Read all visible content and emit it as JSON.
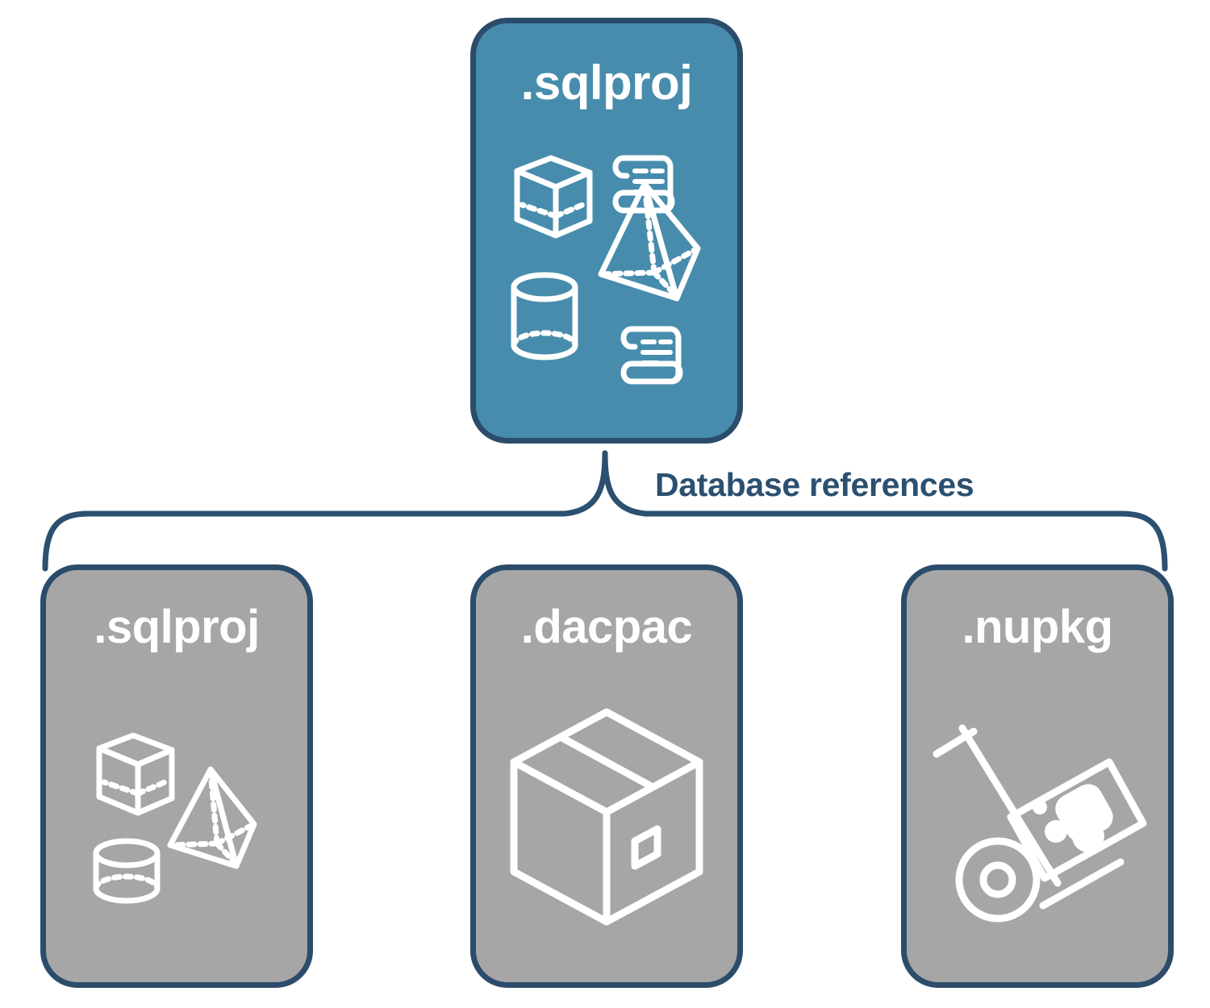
{
  "diagram": {
    "title": "Database references",
    "colors": {
      "root_card_fill": "#478cac",
      "reference_card_fill": "#a6a6a6",
      "border": "#2b4c6b",
      "label_text": "#2b5070",
      "icon_stroke": "#ffffff"
    },
    "root": {
      "label": ".sqlproj",
      "icons": [
        "cube-wireframe-icon",
        "pyramid-wireframe-icon",
        "cylinder-wireframe-icon",
        "script-scroll-icon",
        "script-scroll-icon"
      ]
    },
    "connector": {
      "type": "curly-brace",
      "label": "Database references",
      "direction": "one-to-many"
    },
    "references": [
      {
        "label": ".sqlproj",
        "icons": [
          "cube-wireframe-icon",
          "pyramid-wireframe-icon",
          "cylinder-wireframe-icon"
        ]
      },
      {
        "label": ".dacpac",
        "icons": [
          "shipping-box-icon"
        ]
      },
      {
        "label": ".nupkg",
        "icons": [
          "hand-truck-package-icon"
        ]
      }
    ]
  }
}
